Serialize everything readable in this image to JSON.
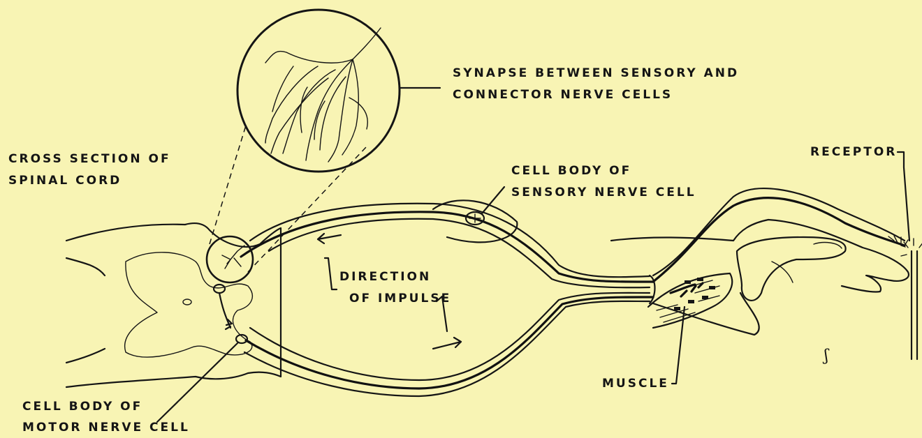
{
  "labels": {
    "synapse": [
      "SYNAPSE BETWEEN SENSORY AND",
      "CONNECTOR NERVE CELLS"
    ],
    "cross_section": [
      "CROSS SECTION OF",
      "SPINAL CORD"
    ],
    "sensory_cell": [
      "CELL BODY OF",
      "SENSORY NERVE CELL"
    ],
    "receptor": "RECEPTOR",
    "direction": [
      "DIRECTION",
      "OF IMPULSE"
    ],
    "muscle": "MUSCLE",
    "motor_cell": [
      "CELL BODY OF",
      "MOTOR NERVE CELL"
    ]
  },
  "signature": "ʃ",
  "colors": {
    "background": "#f8f4b4",
    "ink": "#151515"
  }
}
